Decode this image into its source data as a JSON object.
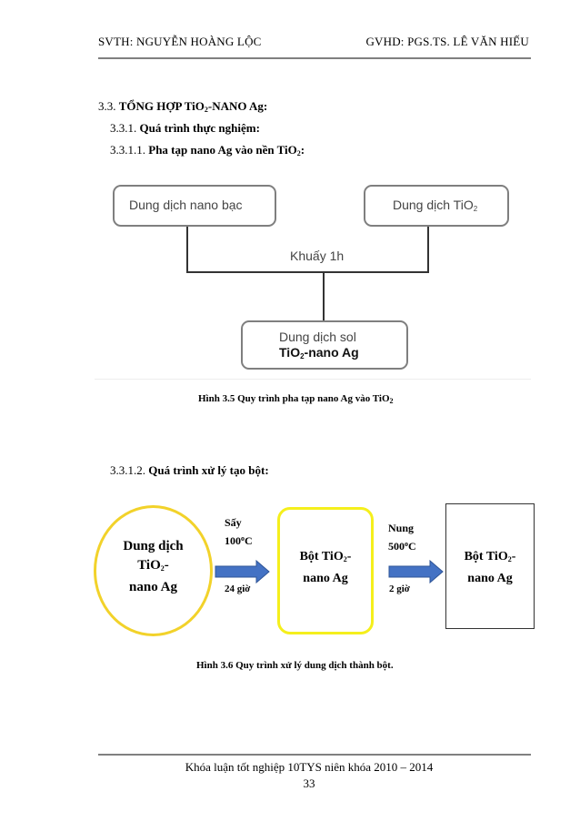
{
  "header": {
    "left": "SVTH: NGUYỄN HOÀNG LỘC",
    "right": "GVHD: PGS.TS. LÊ VĂN HIẾU"
  },
  "section": {
    "h1_num": "3.3.",
    "h1_a": "TỔNG HỢP TiO",
    "h1_sub": "2",
    "h1_b": "-NANO Ag:",
    "h2_num": "3.3.1.",
    "h2": "Quá trình thực nghiệm:",
    "h3_num": "3.3.1.1.",
    "h3_a": "Pha tạp nano Ag vào nền TiO",
    "h3_sub": "2",
    "h3_b": ":"
  },
  "figure35": {
    "box_left": "Dung dịch nano bạc",
    "box_right_a": "Dung dịch TiO",
    "box_right_sub": "2",
    "mid_label": "Khuấy 1h",
    "box_bottom_l1": "Dung dịch sol",
    "box_bottom_l2a": "TiO",
    "box_bottom_l2sub": "2",
    "box_bottom_l2b": "-nano Ag",
    "caption_a": "Hình 3.5 Quy trình pha tạp nano Ag vào TiO",
    "caption_sub": "2"
  },
  "section2": {
    "h4_num": "3.3.1.2.",
    "h4": "Quá trình xử lý tạo bột:"
  },
  "figure36": {
    "circle_l1": "Dung dịch",
    "circle_l2a": "TiO",
    "circle_l2sub": "2",
    "circle_l2b": "-",
    "circle_l3": "nano Ag",
    "step1_top": "Sấy",
    "step1_temp": "100",
    "step1_deg": "o",
    "step1_unit": "C",
    "step1_time": "24 giờ",
    "mid_l1a": "Bột TiO",
    "mid_l1sub": "2",
    "mid_l1b": "-",
    "mid_l2": "nano Ag",
    "step2_top": "Nung",
    "step2_temp": "500",
    "step2_deg": "o",
    "step2_unit": "C",
    "step2_time": "2 giờ",
    "right_l1a": "Bột TiO",
    "right_l1sub": "2",
    "right_l1b": "-",
    "right_l2": "nano Ag",
    "caption": "Hình 3.6 Quy trình xử lý dung dịch thành bột.",
    "colors": {
      "circle": "#f2d22a",
      "mid_box": "#f5ef1c",
      "arrow": "#4472c4",
      "arrow_border": "#2f5597"
    }
  },
  "footer": {
    "line1": "Khóa luận tốt nghiệp 10TYS niên khóa 2010 – 2014",
    "page": "33"
  }
}
